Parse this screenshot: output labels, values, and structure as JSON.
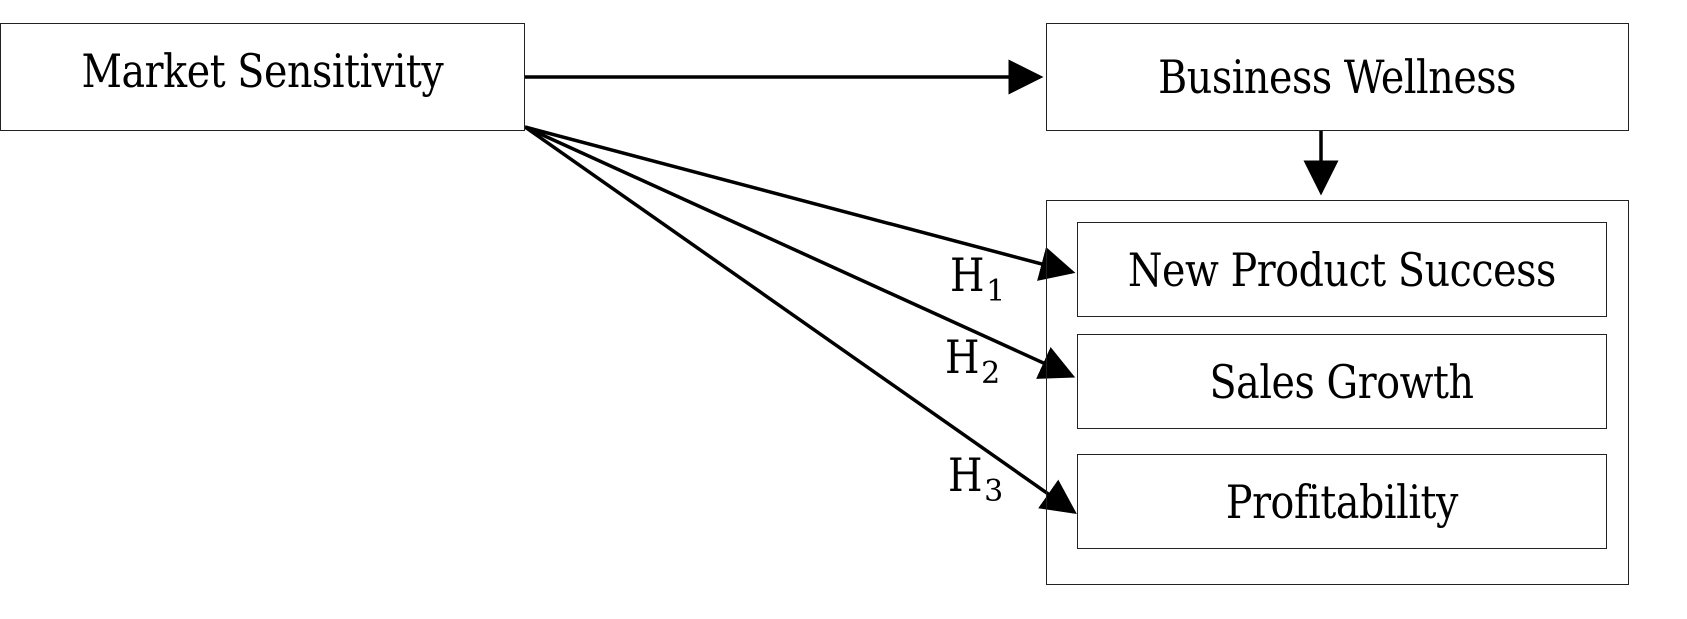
{
  "nodes": {
    "market_sensitivity": "Market Sensitivity",
    "business_wellness": "Business Wellness",
    "new_product_success": "New Product Success",
    "sales_growth": "Sales Growth",
    "profitability": "Profitability"
  },
  "hypotheses": [
    {
      "letter": "H",
      "number": "1"
    },
    {
      "letter": "H",
      "number": "2"
    },
    {
      "letter": "H",
      "number": "3"
    }
  ],
  "colors": {
    "line": "#000000",
    "border": "#222222",
    "background": "#ffffff"
  }
}
